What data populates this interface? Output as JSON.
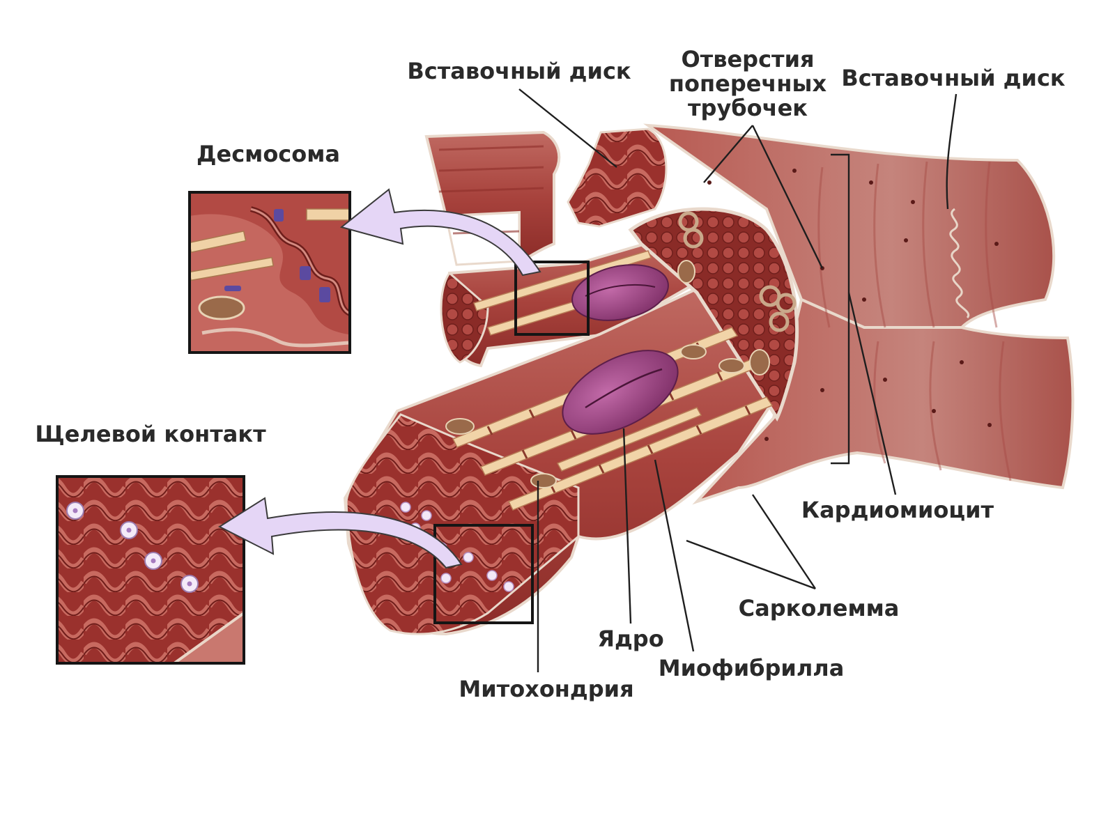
{
  "labels": {
    "intercalated_disc_center": "Вставочный диск",
    "t_tubule_openings": [
      "Отверстия",
      "поперечных",
      "трубочек"
    ],
    "intercalated_disc_right": "Вставочный диск",
    "desmosome": "Десмосома",
    "gap_junction": "Щелевой контакт",
    "cardiomyocyte": "Кардиомиоцит",
    "sarcolemma": "Сарколемма",
    "nucleus": "Ядро",
    "myofibril": "Миофибрилла",
    "mitochondrion": "Митохондрия"
  },
  "colors": {
    "muscle_dark": "#8e2a26",
    "muscle_mid": "#b4504a",
    "muscle_light": "#cf8a80",
    "membrane": "#ecdcd0",
    "nucleus": "#9c3f7e",
    "arrow_fill": "#e5d6f6",
    "arrow_stroke": "#3a3a3a",
    "gap_junction_dots": "#f4eaf8",
    "label_text": "#2a2a2a"
  }
}
